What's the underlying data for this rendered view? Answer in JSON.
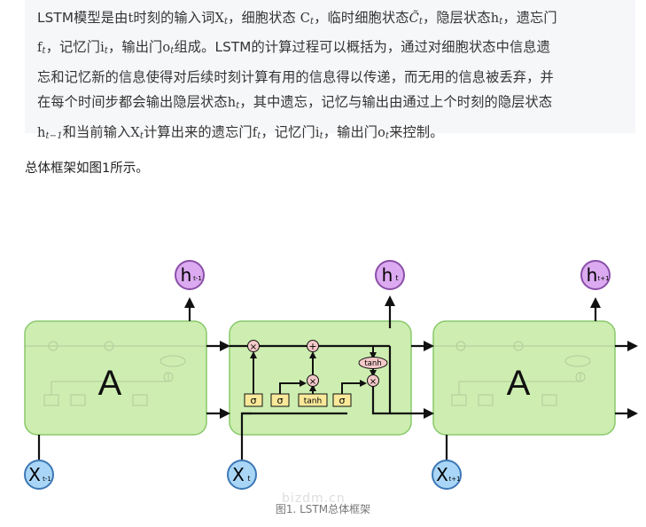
{
  "quote": {
    "line1": [
      "LSTM模型是由",
      "t",
      "时刻的输入词",
      "X",
      "t",
      "，细胞状态 ",
      "C",
      "t",
      "，临时细胞状态",
      "C̃",
      "t",
      "，隐层状态",
      "h",
      "t",
      "，遗忘门"
    ],
    "line2": [
      "f",
      "t",
      "，记忆门",
      "i",
      "t",
      "，输出门",
      "o",
      "t",
      "组成。LSTM的计算过程可以概括为，通过对细胞状态中信息遗"
    ],
    "line3": "忘和记忆新的信息使得对后续时刻计算有用的信息得以传递，而无用的信息被丢弃，并",
    "line4": [
      "在每个时间步都会输出隐层状态",
      "h",
      "t",
      "，其中遗忘，记忆与输出由通过上个时刻的隐层状态"
    ],
    "line5": [
      "h",
      "t−1",
      "和当前输入",
      "X",
      "t",
      "计算出来的遗忘门",
      "f",
      "t",
      "，记忆门",
      "i",
      "t",
      "，输出门",
      "o",
      "t",
      "来控制。"
    ]
  },
  "body_text": "总体框架如图1所示。",
  "diagram": {
    "cell_left_label": "A",
    "cell_right_label": "A",
    "gate_labels": [
      "σ",
      "σ",
      "tanh",
      "σ"
    ],
    "tanh_label": "tanh",
    "mult_symbol": "×",
    "add_symbol": "+",
    "outputs": [
      {
        "base": "h",
        "sub": "t-1"
      },
      {
        "base": "h",
        "sub": "t"
      },
      {
        "base": "h",
        "sub": "t+1"
      }
    ],
    "inputs": [
      {
        "base": "X",
        "sub": "t-1"
      },
      {
        "base": "X",
        "sub": "t"
      },
      {
        "base": "X",
        "sub": "t+1"
      }
    ],
    "colors": {
      "cell_fill": "#cdeeb0",
      "cell_stroke": "#88c86a",
      "gate_fill": "#fae99a",
      "op_fill": "#f4c9c9",
      "output_fill": "#dcaaf0",
      "output_stroke": "#8a4fa8",
      "input_fill": "#a9d6f6",
      "input_stroke": "#3d78b5",
      "line": "#111111"
    }
  },
  "caption": "图1. LSTM总体框架",
  "watermark": "bizdm.cn"
}
